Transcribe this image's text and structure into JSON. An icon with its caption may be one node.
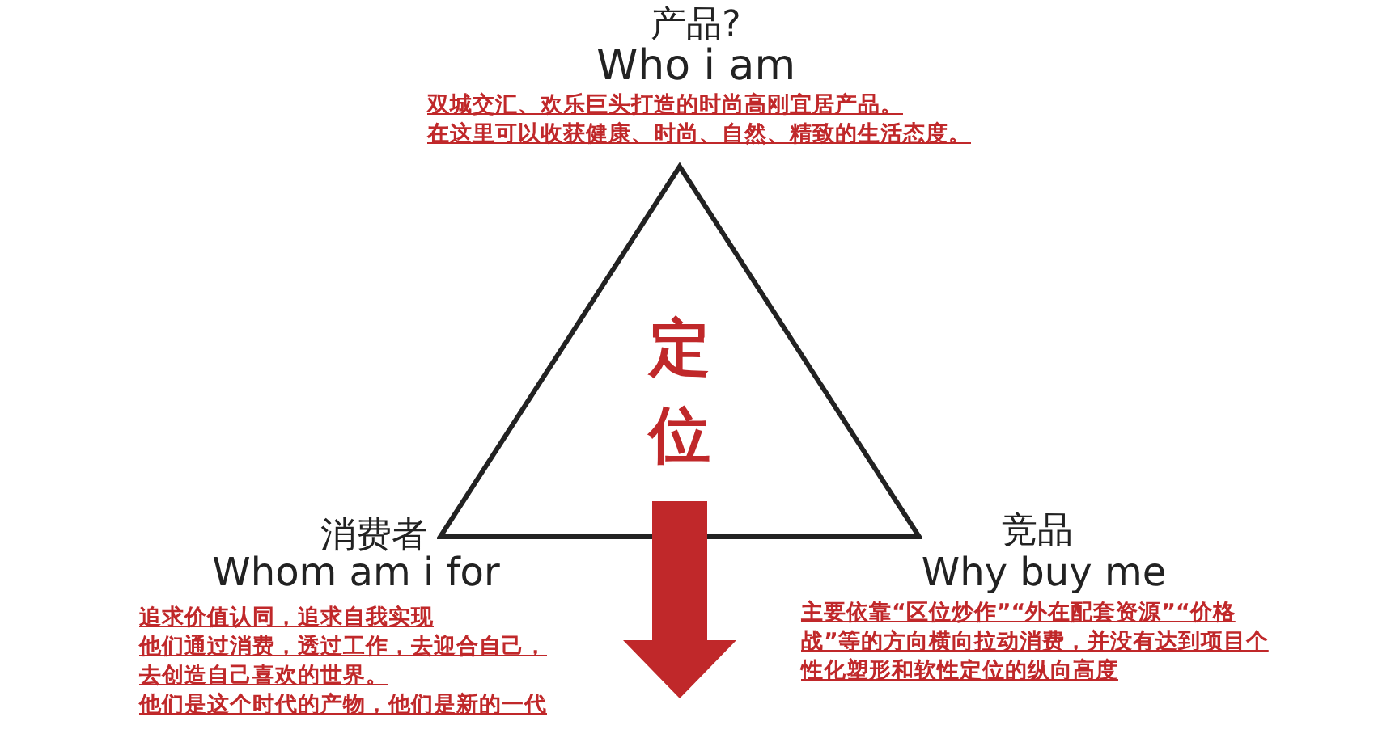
{
  "diagram": {
    "nodes": [
      {
        "text": [
          "定位"
        ]
      }
    ],
    "edges": [],
    "labels": [
      "产品?",
      "Who i am",
      "双城交汇、欢乐巨头打造的时尚高刚宜居产品。",
      "在这里可以收获健康、时尚、自然、精致的生活态度。",
      "消费者",
      "Whom am i for",
      "追求价值认同，追求自我实现",
      "他们通过消费，透过工作，去迎合自己，去创造自己喜欢的世界。",
      "他们是这个时代的产物，他们是新的一代",
      "竞品",
      "Why buy me",
      "主要依靠“区位炒作”“外在配套资源”“价格战”等的方向横向拉动消费，并没有达到项目个性化塑形和软性定位的纵向高度"
    ]
  }
}
